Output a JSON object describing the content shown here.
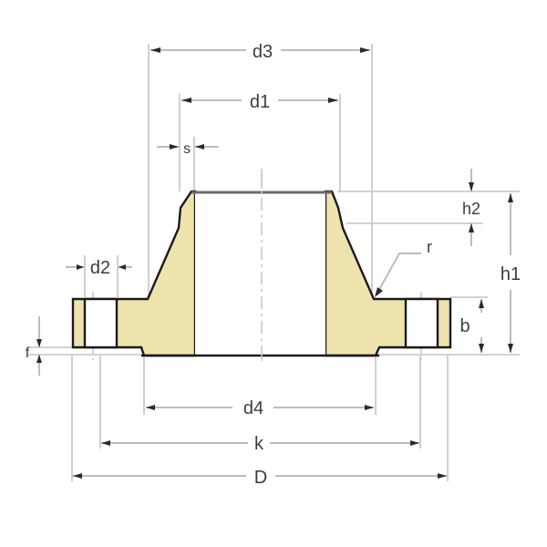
{
  "drawing": {
    "title": "Weld neck flange dimension drawing",
    "colors": {
      "body_fill": "#efe3ad",
      "outline": "#1a1a1a",
      "dimension_line": "#bdbdbd",
      "label_text": "#3c3c3c"
    },
    "dimensions": {
      "d3": "d3",
      "d1": "d1",
      "s": "s",
      "d2": "d2",
      "h2": "h2",
      "r": "r",
      "h1": "h1",
      "b": "b",
      "f": "f",
      "d4": "d4",
      "k": "k",
      "D": "D"
    }
  }
}
